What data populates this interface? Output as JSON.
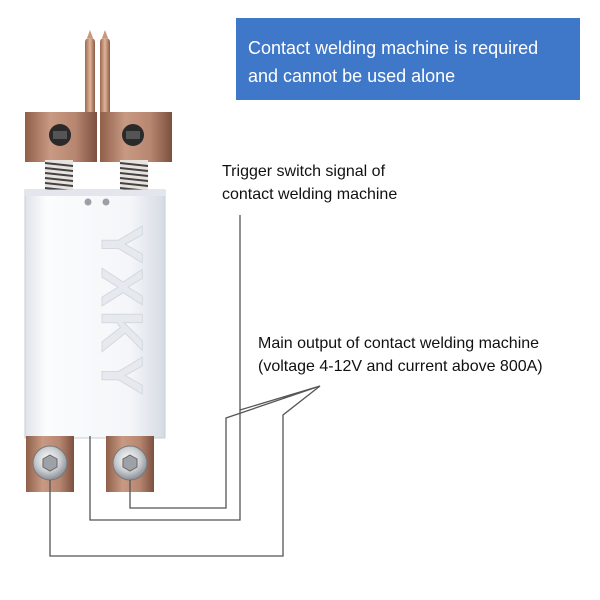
{
  "notice": {
    "line1": "Contact welding machine is required",
    "line2": "and cannot be used alone"
  },
  "annotations": {
    "trigger": {
      "line1": "Trigger switch signal of",
      "line2": "contact welding machine"
    },
    "main_output": {
      "line1": "Main output of contact welding machine",
      "line2": "(voltage 4-12V and current above 800A)"
    }
  },
  "device": {
    "brand": "YXKY"
  },
  "colors": {
    "notice_background": "#3f78c8",
    "copper": "#b98a74",
    "housing": "#f3f5f8",
    "wire": "#555555"
  }
}
